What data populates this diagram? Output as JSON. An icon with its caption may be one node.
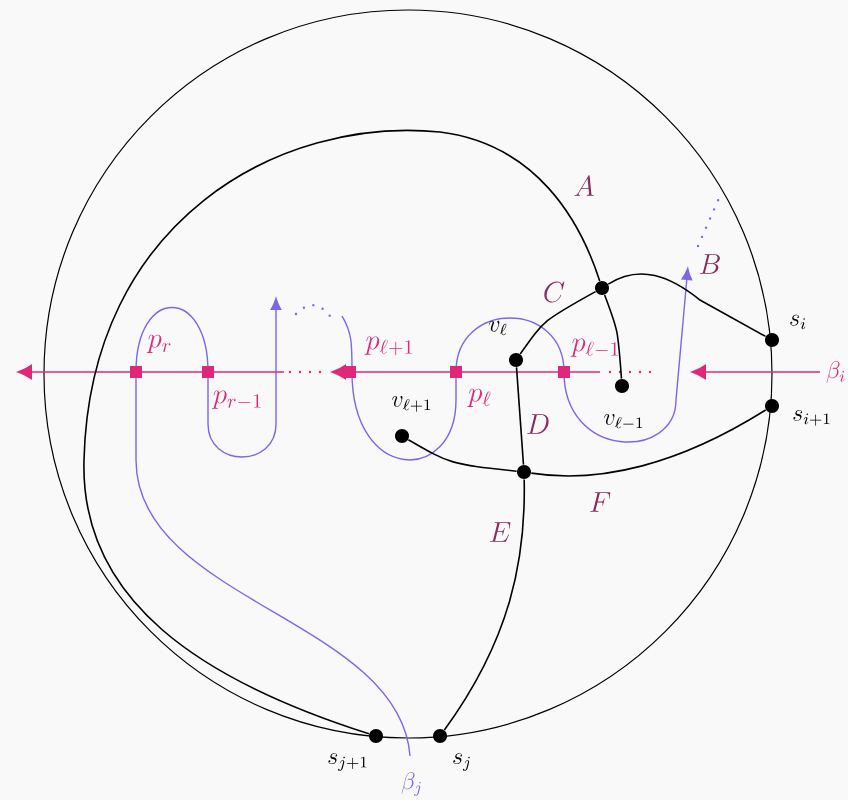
{
  "diagram": {
    "nodes": [
      {
        "text": [],
        "shape": "circle",
        "beside": [
          "s_i"
        ]
      },
      {
        "text": [],
        "shape": "circle",
        "beside": [
          "s_{i+1}"
        ]
      },
      {
        "text": [],
        "shape": "circle"
      },
      {
        "text": [],
        "shape": "circle",
        "beside": [
          "v_\\ell"
        ]
      },
      {
        "text": [],
        "shape": "circle",
        "beside": [
          "v_{\\ell-1}"
        ]
      },
      {
        "text": [],
        "shape": "circle",
        "beside": [
          "v_{\\ell+1}"
        ]
      },
      {
        "text": [],
        "shape": "circle"
      },
      {
        "text": [],
        "shape": "circle",
        "beside": [
          "s_{j+1}"
        ]
      },
      {
        "text": [],
        "shape": "circle",
        "beside": [
          "s_j"
        ]
      }
    ],
    "edges": [
      {
        "from": 7,
        "to": 2,
        "arrow": "none",
        "label": "A"
      },
      {
        "from": 2,
        "to": 4,
        "arrow": "none"
      },
      {
        "from": 3,
        "to": 2,
        "arrow": "none",
        "label": "C"
      },
      {
        "from": 2,
        "to": 0,
        "arrow": "none",
        "label": "B"
      },
      {
        "from": 8,
        "to": 6,
        "arrow": "none",
        "label": "E"
      },
      {
        "from": 6,
        "to": 3,
        "arrow": "none",
        "label": "D"
      },
      {
        "from": 5,
        "to": 6,
        "arrow": "none"
      },
      {
        "from": 6,
        "to": 1,
        "arrow": "none",
        "label": "F"
      }
    ],
    "labels": [
      "\\beta_i",
      "p_r",
      "p_{r-1}",
      "p_{\\ell+1}",
      "p_\\ell",
      "p_{\\ell-1}",
      "\\beta_j"
    ]
  }
}
